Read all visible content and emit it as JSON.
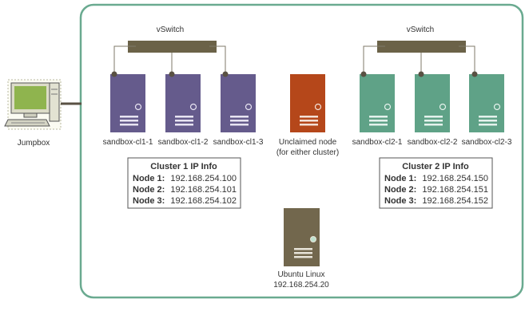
{
  "switches": [
    {
      "label": "vSwitch"
    },
    {
      "label": "vSwitch"
    }
  ],
  "jumpbox": {
    "label": "Jumpbox"
  },
  "cluster1": {
    "nodes": [
      {
        "label": "sandbox-cl1-1"
      },
      {
        "label": "sandbox-cl1-2"
      },
      {
        "label": "sandbox-cl1-3"
      }
    ],
    "ip_info": {
      "title": "Cluster 1 IP Info",
      "rows": [
        {
          "key": "Node 1:",
          "value": "192.168.254.100"
        },
        {
          "key": "Node 2:",
          "value": "192.168.254.101"
        },
        {
          "key": "Node 3:",
          "value": "192.168.254.102"
        }
      ]
    }
  },
  "cluster2": {
    "nodes": [
      {
        "label": "sandbox-cl2-1"
      },
      {
        "label": "sandbox-cl2-2"
      },
      {
        "label": "sandbox-cl2-3"
      }
    ],
    "ip_info": {
      "title": "Cluster 2 IP Info",
      "rows": [
        {
          "key": "Node 1:",
          "value": "192.168.254.150"
        },
        {
          "key": "Node 2:",
          "value": "192.168.254.151"
        },
        {
          "key": "Node 3:",
          "value": "192.168.254.152"
        }
      ]
    }
  },
  "unclaimed": {
    "line1": "Unclaimed node",
    "line2": "(for either cluster)"
  },
  "ubuntu": {
    "line1": "Ubuntu Linux",
    "line2": "192.168.254.20"
  },
  "colors": {
    "frame": "#6aaa90",
    "switch": "#6b6248",
    "cluster1_server": "#655b8c",
    "cluster2_server": "#5fa287",
    "unclaimed_server": "#b5471a",
    "ubuntu_server": "#72674d",
    "monitor_screen": "#8fb44e"
  }
}
